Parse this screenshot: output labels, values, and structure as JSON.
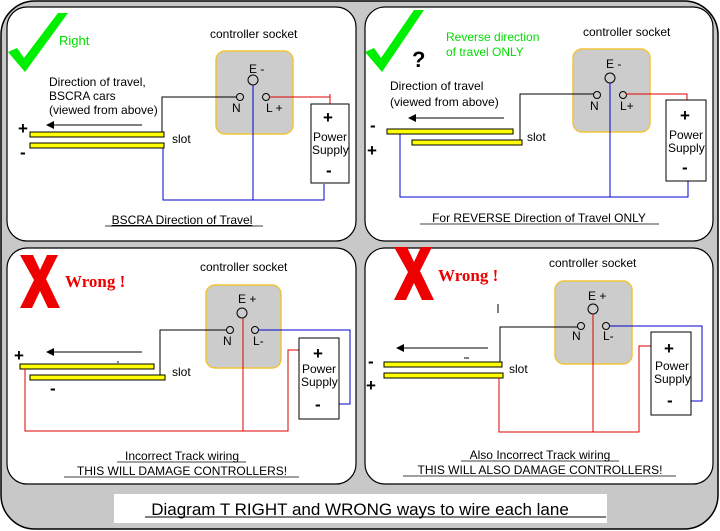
{
  "caption": "Diagram T  RIGHT and WRONG ways to wire each lane",
  "colors": {
    "frame": "#c8c8c8",
    "panel": "#ffffff",
    "socket_fill": "#cccccc",
    "socket_border": "#f2c33a",
    "track": "#ffff00",
    "check": "#00ee00",
    "cross": "#ee0000",
    "wire_blue": "#0000cc",
    "wire_red": "#dd0000",
    "wire_black": "#000000"
  },
  "panels": [
    {
      "id": "right",
      "mark": "check-icon",
      "mark_label": "Right",
      "socket_title": "controller socket",
      "socket_top": "E -",
      "socket_left": "N",
      "socket_right": "L +",
      "direction_lines": [
        "Direction of travel,",
        "BSCRA cars",
        "(viewed from above)"
      ],
      "rail_top_sign": "+",
      "rail_bottom_sign": "-",
      "slot_label": "slot",
      "psu_plus": "+",
      "psu_label_1": "Power",
      "psu_label_2": "Supply",
      "psu_minus": "-",
      "caption_lines": [
        "BSCRA Direction of Travel"
      ]
    },
    {
      "id": "reverse",
      "mark": "check-icon",
      "mark_extra": "?",
      "mark_label_lines": [
        "Reverse direction",
        "of travel ONLY"
      ],
      "socket_title": "controller socket",
      "socket_top": "E -",
      "socket_left": "N",
      "socket_right": "L+",
      "direction_lines": [
        "Direction of travel",
        "(viewed from above)"
      ],
      "rail_top_sign": "-",
      "rail_bottom_sign": "+",
      "slot_label": "slot",
      "psu_plus": "+",
      "psu_label_1": "Power",
      "psu_label_2": "Supply",
      "psu_minus": "-",
      "caption_lines": [
        "For REVERSE Direction of Travel ONLY"
      ]
    },
    {
      "id": "wrong1",
      "mark": "cross-icon",
      "mark_label": "Wrong !",
      "socket_title": "controller socket",
      "socket_top": "E +",
      "socket_left": "N",
      "socket_right": "L-",
      "rail_top_sign": "+",
      "rail_bottom_sign": "-",
      "slot_label": "slot",
      "psu_plus": "+",
      "psu_label_1": "Power",
      "psu_label_2": "Supply",
      "psu_minus": "-",
      "caption_lines": [
        "Incorrect Track wiring",
        "THIS WILL DAMAGE CONTROLLERS!"
      ]
    },
    {
      "id": "wrong2",
      "mark": "cross-icon",
      "mark_label": "Wrong !",
      "socket_title": "controller socket",
      "socket_top": "E +",
      "socket_left": "N",
      "socket_right": "L-",
      "rail_top_sign": "-",
      "rail_bottom_sign": "+",
      "slot_label": "slot",
      "psu_plus": "+",
      "psu_label_1": "Power",
      "psu_label_2": "Supply",
      "psu_minus": "-",
      "caption_lines": [
        "Also Incorrect Track wiring",
        "THIS WILL ALSO DAMAGE CONTROLLERS!"
      ]
    }
  ]
}
